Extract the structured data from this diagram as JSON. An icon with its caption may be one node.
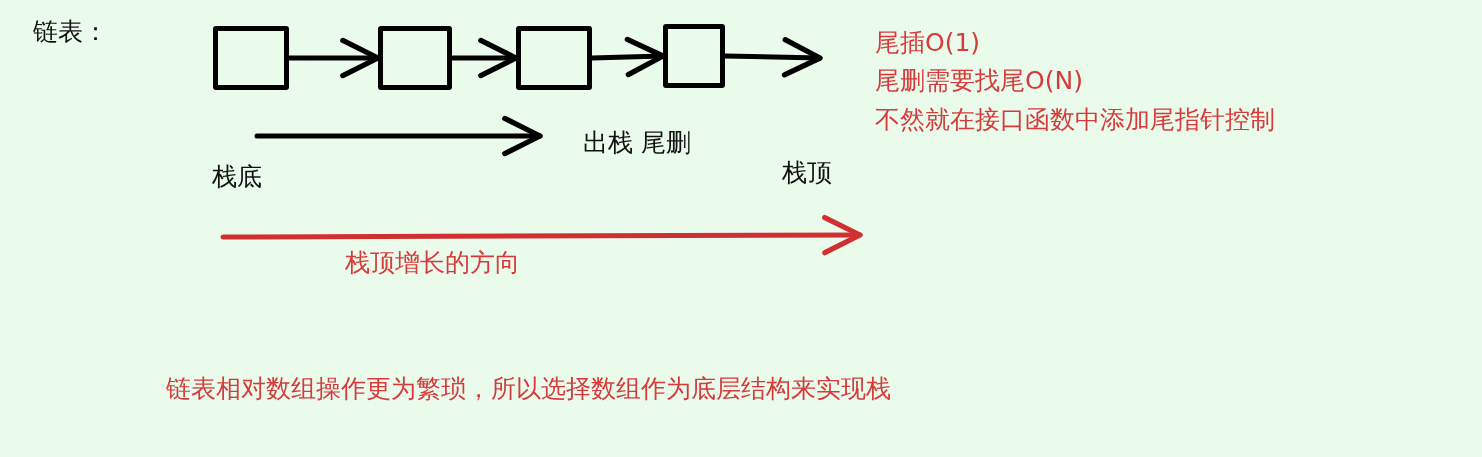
{
  "diagram": {
    "nodes": [
      {
        "text": [],
        "shape": "box"
      },
      {
        "text": [],
        "shape": "box"
      },
      {
        "text": [],
        "shape": "box"
      },
      {
        "text": [],
        "shape": "box"
      }
    ],
    "edges": [
      {
        "from": 0,
        "to": 1,
        "arrow": "to"
      },
      {
        "from": 1,
        "to": 2,
        "arrow": "to"
      },
      {
        "from": 2,
        "to": 3,
        "arrow": "to"
      },
      {
        "from": 3,
        "to": null,
        "arrow": "to"
      }
    ],
    "labels": [
      "链表：",
      "尾插O(1)",
      "尾删需要找尾O(N)",
      "不然就在接口函数中添加尾指针控制",
      "出栈 尾删",
      "栈底",
      "栈顶",
      "栈顶增长的方向",
      "链表相对数组操作更为繁琐，所以选择数组作为底层结构来实现栈"
    ]
  }
}
